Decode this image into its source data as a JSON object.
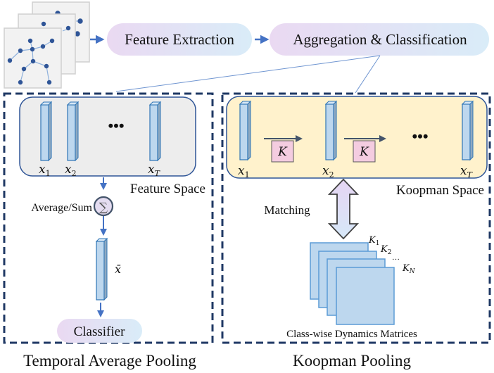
{
  "pipeline": {
    "input_icon": "skeleton-sequence-frames",
    "stage1_label": "Feature Extraction",
    "stage2_label": "Aggregation & Classification"
  },
  "left_panel": {
    "caption": "Temporal Average Pooling",
    "space_label": "Feature Space",
    "features": [
      {
        "base": "x",
        "sub": "1"
      },
      {
        "base": "x",
        "sub": "2"
      },
      {
        "base": "x",
        "sub": "T"
      }
    ],
    "ellipsis": "•••",
    "aggregator_label": "Average/Sum",
    "aggregator_symbol": "∑",
    "pooled_feature": "x̄",
    "classifier_label": "Classifier"
  },
  "right_panel": {
    "caption": "Koopman Pooling",
    "space_label": "Koopman Space",
    "features": [
      {
        "base": "x",
        "sub": "1"
      },
      {
        "base": "x",
        "sub": "2"
      },
      {
        "base": "x",
        "sub": "T"
      }
    ],
    "operator_label": "K",
    "ellipsis": "•••",
    "matching_label": "Matching",
    "matrices": [
      {
        "base": "K",
        "sub": "1"
      },
      {
        "base": "K",
        "sub": "2"
      },
      {
        "base": "K",
        "sub": "N"
      }
    ],
    "matrices_ellipsis": "…",
    "matrices_caption": "Class-wise Dynamics Matrices"
  },
  "colors": {
    "dashed_border": "#1f3864",
    "arrow_blue": "#4472c4",
    "feature_fill": "#bdd7ee",
    "feature_stroke": "#2e75b6",
    "koopman_bg": "#fff2cc",
    "feature_bg": "#ededed",
    "panel_stroke": "#2f5597",
    "k_box_fill": "#f4cce0",
    "pill_left": "#eadcf4",
    "pill_right": "#dcedf9"
  }
}
